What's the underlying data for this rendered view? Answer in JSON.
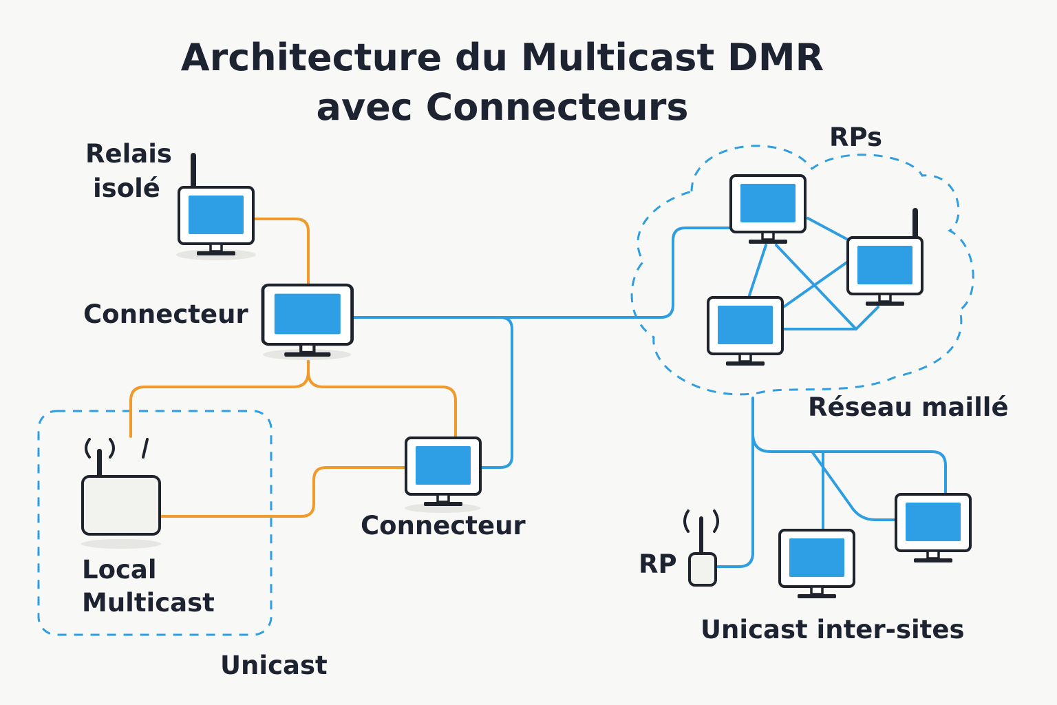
{
  "title": {
    "line1": "Architecture du Multicast DMR",
    "line2": "avec Connecteurs"
  },
  "labels": {
    "relais_line1": "Relais",
    "relais_line2": "isolé",
    "connecteur_main": "Connecteur",
    "connecteur_second": "Connecteur",
    "local_line1": "Local",
    "local_line2": "Multicast",
    "unicast": "Unicast",
    "rps": "RPs",
    "reseau_maille": "Réseau maillé",
    "rp": "RP",
    "unicast_inter_sites": "Unicast inter-sites"
  },
  "colors": {
    "orange_link": "#ef9a2a",
    "blue_link": "#2f9ee0",
    "screen_blue": "#2e9fe4",
    "outline": "#1e232c",
    "text": "#1d2330"
  },
  "icons": {
    "monitor": "monitor-icon",
    "antenna": "antenna-icon",
    "radio_waves": "radio-waves-icon",
    "cloud": "cloud-outline",
    "router": "router-icon"
  }
}
